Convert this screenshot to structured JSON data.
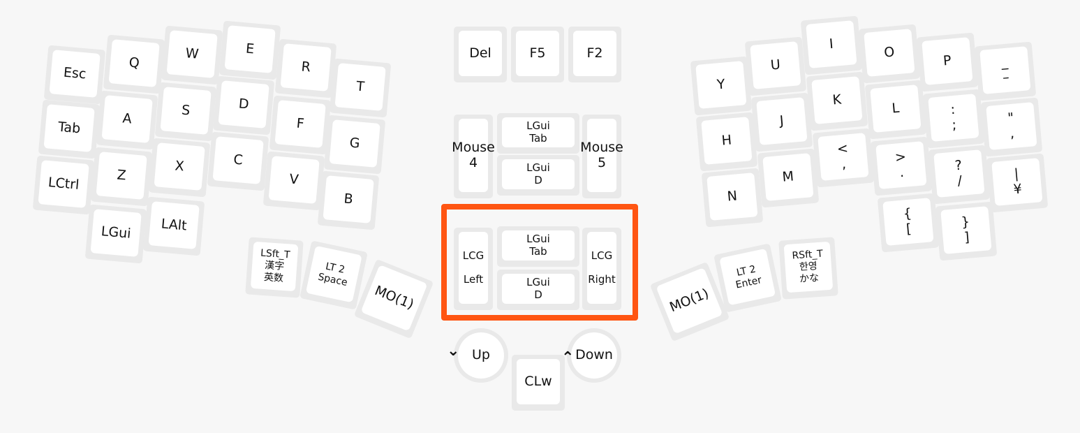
{
  "keys": {
    "esc": "Esc",
    "q": "Q",
    "w": "W",
    "e": "E",
    "r": "R",
    "t": "T",
    "tab": "Tab",
    "a": "A",
    "s": "S",
    "d": "D",
    "f": "F",
    "g": "G",
    "lctrl": "LCtrl",
    "z": "Z",
    "x": "X",
    "c": "C",
    "v": "V",
    "b": "B",
    "lgui": "LGui",
    "lalt": "LAlt",
    "lsft_t": "LSft_T\n漢字\n英数",
    "lt2_space": "LT 2\nSpace",
    "mo1_left": "MO(1)",
    "del": "Del",
    "f5": "F5",
    "f2": "F2",
    "mouse4": "Mouse\n4",
    "lgui_tab_top": "LGui\nTab",
    "lgui_d_top": "LGui\nD",
    "mouse5": "Mouse\n5",
    "lcg_left": "LCG\n\nLeft",
    "lgui_tab_bottom": "LGui\nTab",
    "lgui_d_bottom": "LGui\nD",
    "lcg_right": "LCG\n\nRight",
    "up": "Up",
    "down": "Down",
    "clw": "CLw",
    "y": "Y",
    "u": "U",
    "i": "I",
    "o": "O",
    "p": "P",
    "minus": "_\n–",
    "h": "H",
    "j": "J",
    "k": "K",
    "l": "L",
    "colon": ":\n;",
    "quote": "\"\n,",
    "n": "N",
    "m": "M",
    "comma": "<\n,",
    "period": ">\n.",
    "slash": "?\n/",
    "yen": "|\n¥",
    "lbrace": "{\n[",
    "rbrace": "}\n]",
    "mo1_right": "MO(1)",
    "lt2_enter": "LT 2\nEnter",
    "rsft_t": "RSft_T\n한영\nかな"
  },
  "arrows": {
    "up_arrow": "⌄",
    "down_arrow": "⌃"
  },
  "colors": {
    "highlight": "#ff5512",
    "keycap": "#ffffff",
    "keybase": "#e9e9e9"
  }
}
